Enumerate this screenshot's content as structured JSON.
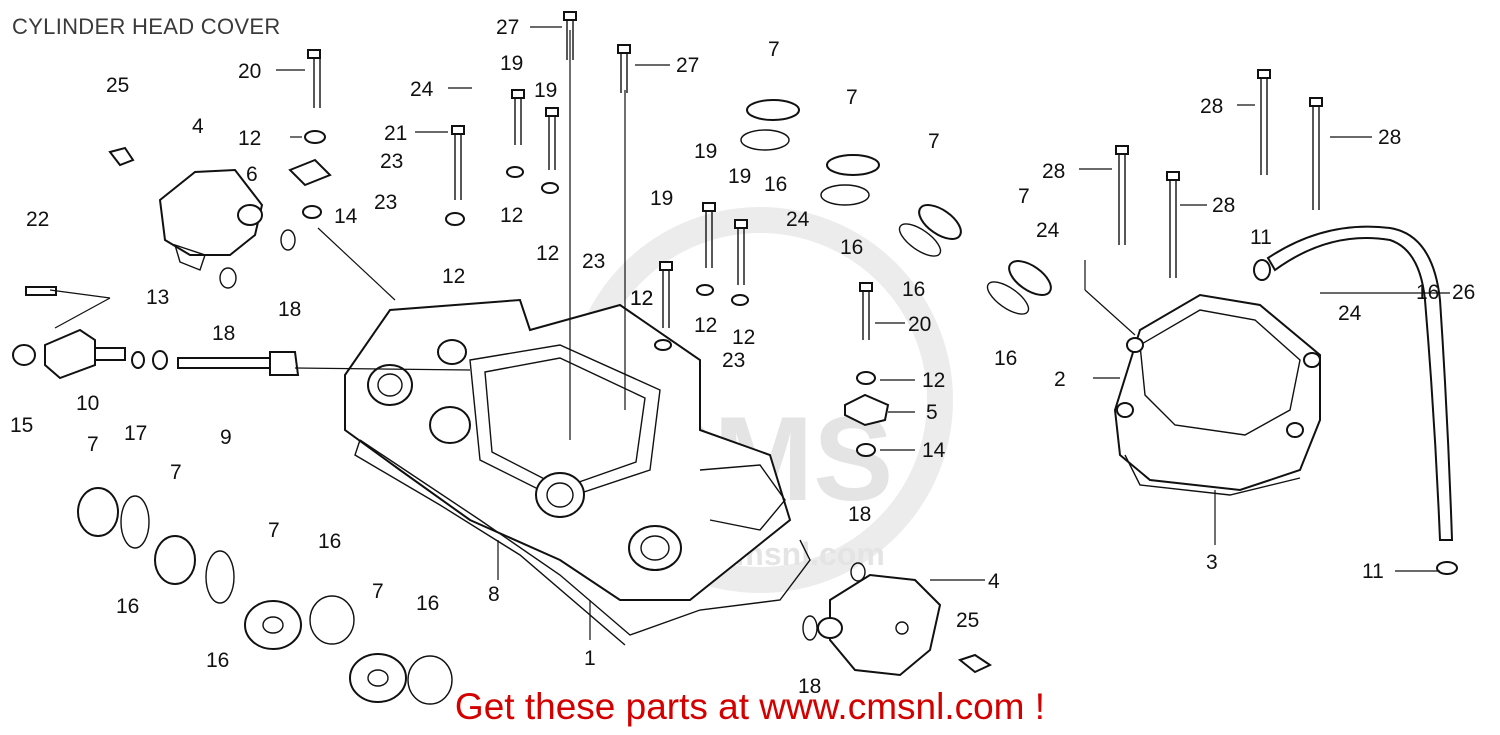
{
  "title": "CYLINDER HEAD COVER",
  "banner": "Get these parts at www.cmsnl.com !",
  "watermark": {
    "line1": "CMS",
    "line2": "www.cmsnl.com"
  },
  "colors": {
    "ink": "#111111",
    "banner": "#d40000",
    "title": "#3a3a3a",
    "watermark": "#e4e4e4"
  },
  "callouts": [
    {
      "n": "27"
    },
    {
      "n": "27"
    },
    {
      "n": "20"
    },
    {
      "n": "25"
    },
    {
      "n": "24"
    },
    {
      "n": "19"
    },
    {
      "n": "19"
    },
    {
      "n": "7"
    },
    {
      "n": "7"
    },
    {
      "n": "7"
    },
    {
      "n": "28"
    },
    {
      "n": "28"
    },
    {
      "n": "4"
    },
    {
      "n": "12"
    },
    {
      "n": "21"
    },
    {
      "n": "23"
    },
    {
      "n": "6"
    },
    {
      "n": "16"
    },
    {
      "n": "19"
    },
    {
      "n": "19"
    },
    {
      "n": "16"
    },
    {
      "n": "28"
    },
    {
      "n": "23"
    },
    {
      "n": "12"
    },
    {
      "n": "14"
    },
    {
      "n": "19"
    },
    {
      "n": "28"
    },
    {
      "n": "22"
    },
    {
      "n": "12"
    },
    {
      "n": "24"
    },
    {
      "n": "24"
    },
    {
      "n": "7"
    },
    {
      "n": "11"
    },
    {
      "n": "12"
    },
    {
      "n": "12"
    },
    {
      "n": "23"
    },
    {
      "n": "16"
    },
    {
      "n": "18"
    },
    {
      "n": "13"
    },
    {
      "n": "18"
    },
    {
      "n": "12"
    },
    {
      "n": "26"
    },
    {
      "n": "12"
    },
    {
      "n": "12"
    },
    {
      "n": "20"
    },
    {
      "n": "16"
    },
    {
      "n": "24"
    },
    {
      "n": "23"
    },
    {
      "n": "15"
    },
    {
      "n": "10"
    },
    {
      "n": "17"
    },
    {
      "n": "9"
    },
    {
      "n": "12"
    },
    {
      "n": "2"
    },
    {
      "n": "5"
    },
    {
      "n": "7"
    },
    {
      "n": "7"
    },
    {
      "n": "14"
    },
    {
      "n": "8"
    },
    {
      "n": "18"
    },
    {
      "n": "3"
    },
    {
      "n": "7"
    },
    {
      "n": "16"
    },
    {
      "n": "16"
    },
    {
      "n": "16"
    },
    {
      "n": "11"
    },
    {
      "n": "4"
    },
    {
      "n": "7"
    },
    {
      "n": "16"
    },
    {
      "n": "16"
    },
    {
      "n": "25"
    },
    {
      "n": "1"
    },
    {
      "n": "18"
    }
  ]
}
